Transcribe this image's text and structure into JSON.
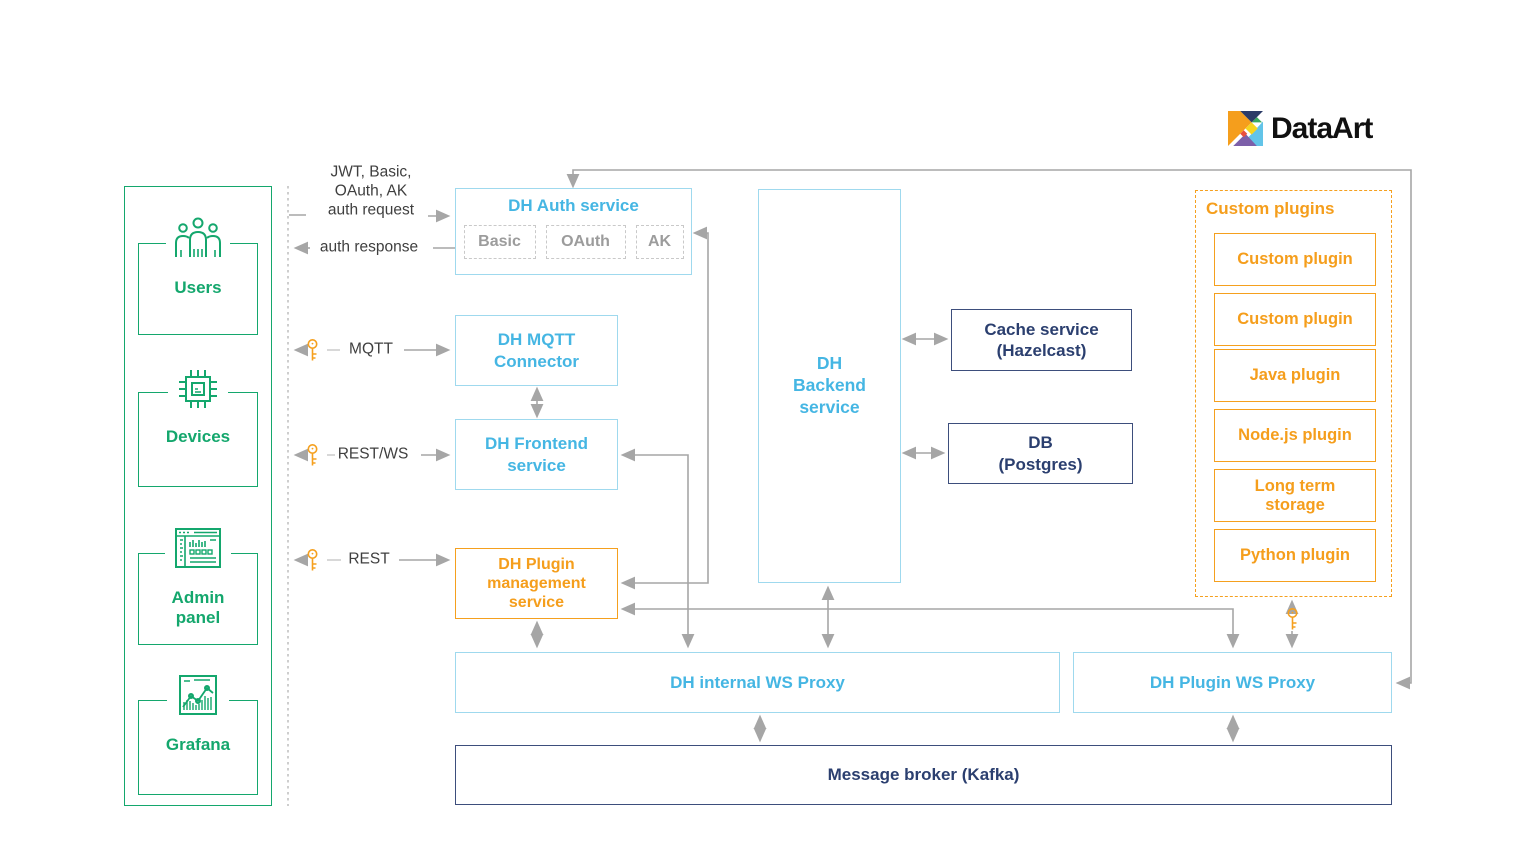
{
  "logo": {
    "text": "DataArt",
    "icon": "dataart-tangram-icon"
  },
  "actors": {
    "items": [
      {
        "label": "Users",
        "icon": "users-icon"
      },
      {
        "label": "Devices",
        "icon": "chip-icon"
      },
      {
        "label": "Admin\npanel",
        "icon": "admin-panel-icon"
      },
      {
        "label": "Grafana",
        "icon": "grafana-chart-icon"
      }
    ]
  },
  "labels": {
    "auth_request": "JWT, Basic,\nOAuth, AK\nauth request",
    "auth_response": "auth response",
    "mqtt": "MQTT",
    "rest_ws": "REST/WS",
    "rest": "REST"
  },
  "services": {
    "auth": {
      "title": "DH Auth service",
      "modules": [
        "Basic",
        "OAuth",
        "AK"
      ]
    },
    "mqtt_connector": "DH MQTT\nConnector",
    "frontend": "DH Frontend\nservice",
    "plugin_management": "DH Plugin\nmanagement\nservice",
    "backend": "DH\nBackend\nservice",
    "cache": "Cache service\n(Hazelcast)",
    "db": "DB\n(Postgres)",
    "internal_ws_proxy": "DH internal WS Proxy",
    "plugin_ws_proxy": "DH Plugin WS Proxy",
    "message_broker": "Message broker (Kafka)"
  },
  "custom_plugins": {
    "title": "Custom plugins",
    "items": [
      "Custom plugin",
      "Custom plugin",
      "Java plugin",
      "Node.js plugin",
      "Long term\nstorage",
      "Python plugin"
    ]
  },
  "colors": {
    "green": "#14a76d",
    "cyan_text": "#45b6e3",
    "cyan_border": "#9fd9ee",
    "orange": "#f5a01e",
    "navy": "#2b3f6f",
    "arrow_gray": "#a6a6a6"
  }
}
